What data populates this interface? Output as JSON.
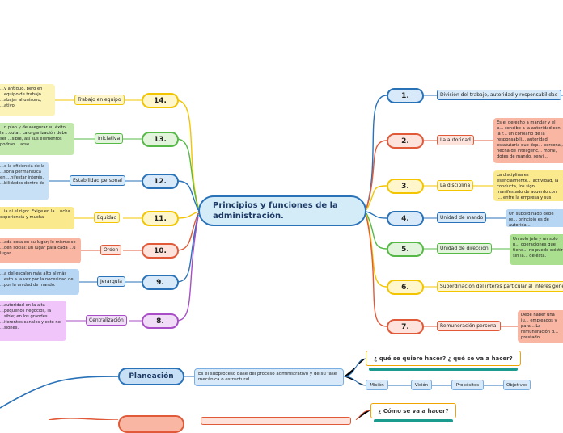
{
  "center": {
    "title_line1": "Principios y funciones de la",
    "title_line2": "administración."
  },
  "right": [
    {
      "num": "1.",
      "label": "División del trabajo, autoridad y responsabilidad",
      "desc": ""
    },
    {
      "num": "2.",
      "label": "La autoridad",
      "desc": "Es el derecho a mandar y el p... concibe a la autoridad con la r... un corolario de la responsabili... autoridad estatutaria que dep... personal, hecha de inteligenc... moral, dotes de mando, servi..."
    },
    {
      "num": "3.",
      "label": "La disciplina",
      "desc": "La disciplina es esencialmente... actividad, la conducta, los sign... manifestado de acuerdo con l... entre la empresa y sus agente..."
    },
    {
      "num": "4.",
      "label": "Unidad de  mando",
      "desc": "Un subordinado debe re... principio es de autorida..."
    },
    {
      "num": "5.",
      "label": "Unidad de dirección",
      "desc": "Un solo jefe y un solo p... operaciones que tiend... no puede existir sin la... de ésta."
    },
    {
      "num": "6.",
      "label": "Subordinación del interés particular al interés general",
      "desc": ""
    },
    {
      "num": "7.",
      "label": "Remuneración personal",
      "desc": "Debe haber una ju... empleados y para... La remuneración d... prestado."
    }
  ],
  "left": [
    {
      "num": "14.",
      "label": "Trabajo en equipo",
      "desc": "...y antiguo, pero en ...equipo de trabajo ...abajar al unísono, ...ativo."
    },
    {
      "num": "13.",
      "label": "Iniciativa",
      "desc": "...n plan y de asegurar su éxito, la ...cutar. La organización debe ser ...sible, así sus elementos podrán ...arse."
    },
    {
      "num": "12.",
      "label": "Estabilidad personal",
      "desc": "...e la eficiencia de la ...sona permanezca en ...nifestar interés, ...bilidades dentro de"
    },
    {
      "num": "11.",
      "label": "Equidad",
      "desc": "...ia ni el rigor. Exige en la ...ucha experiencia y mucha"
    },
    {
      "num": "10.",
      "label": "Orden",
      "desc": "...ada cosa en su lugar; lo mismo se ...den social: un lugar para cada ...u lugar."
    },
    {
      "num": "9.",
      "label": "Jerarquía",
      "desc": "...a del escalón más alto al más ...esto a la vez por la necesidad de ...por la unidad de mando."
    },
    {
      "num": "8.",
      "label": "Centralización",
      "desc": "...autoridad en la alta ...pequeños negocios, la ...sible; en los grandes ...iferentes canales y esto no ...siones."
    }
  ],
  "planeacion": {
    "title": "Planeación",
    "desc": "Es el subproceso base del proceso administrativo y de su fase mecánica o estructural.",
    "question": "¿ qué se quiere hacer?  ¿ qué se va a hacer?",
    "items": [
      "Misión",
      "Visión",
      "Propósitos",
      "Objetivos"
    ]
  },
  "organizacion": {
    "question": "¿ Cómo se va a hacer?"
  },
  "colors": {
    "blue": "#2a72b8",
    "red": "#e05a3a",
    "yellow": "#f3c500",
    "green": "#56b947",
    "purple": "#a84fc7",
    "teal": "#1a9b8e"
  }
}
